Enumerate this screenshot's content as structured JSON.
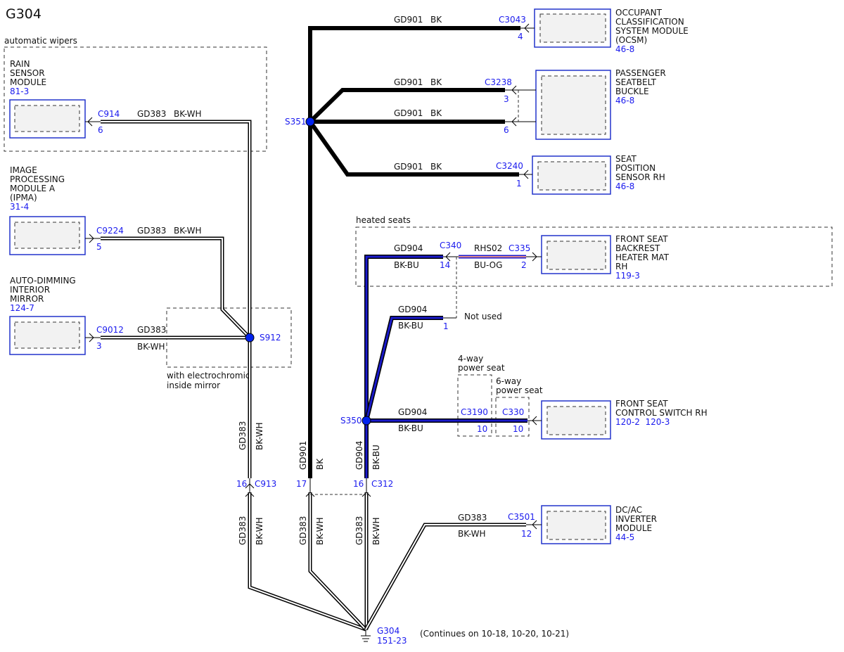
{
  "title": "G304",
  "groups": {
    "automatic_wipers": "automatic wipers",
    "heated_seats": "heated seats",
    "electrochromic_1": "with electrochromic",
    "electrochromic_2": "inside mirror",
    "four_way_1": "4-way",
    "four_way_2": "power seat",
    "six_way_1": "6-way",
    "six_way_2": "power seat"
  },
  "components": {
    "rain_sensor": {
      "lines": [
        "RAIN",
        "SENSOR",
        "MODULE"
      ],
      "ref": "81-3"
    },
    "ipma": {
      "lines": [
        "IMAGE",
        "PROCESSING",
        "MODULE A",
        "(IPMA)"
      ],
      "ref": "31-4"
    },
    "mirror": {
      "lines": [
        "AUTO-DIMMING",
        "INTERIOR",
        "MIRROR"
      ],
      "ref": "124-7"
    },
    "ocsm": {
      "lines": [
        "OCCUPANT",
        "CLASSIFICATION",
        "SYSTEM MODULE",
        "(OCSM)"
      ],
      "ref": "46-8"
    },
    "buckle": {
      "lines": [
        "PASSENGER",
        "SEATBELT",
        "BUCKLE"
      ],
      "ref": "46-8"
    },
    "seat_pos": {
      "lines": [
        "SEAT",
        "POSITION",
        "SENSOR RH"
      ],
      "ref": "46-8"
    },
    "heater_mat": {
      "lines": [
        "FRONT SEAT",
        "BACKREST",
        "HEATER MAT",
        "RH"
      ],
      "ref": "119-3"
    },
    "seat_switch": {
      "lines": [
        "FRONT SEAT",
        "CONTROL SWITCH RH"
      ],
      "ref": "120-2  120-3"
    },
    "inverter": {
      "lines": [
        "DC/AC",
        "INVERTER",
        "MODULE"
      ],
      "ref": "44-5"
    }
  },
  "connectors": {
    "c914": {
      "id": "C914",
      "pin": "6"
    },
    "c9224": {
      "id": "C9224",
      "pin": "5"
    },
    "c9012": {
      "id": "C9012",
      "pin": "3"
    },
    "c3043": {
      "id": "C3043",
      "pin": "4"
    },
    "c3238": {
      "id": "C3238",
      "pin_a": "3",
      "pin_b": "6"
    },
    "c3240": {
      "id": "C3240",
      "pin": "1"
    },
    "c340": {
      "id": "C340",
      "pin": "14",
      "pin2": "1"
    },
    "c335": {
      "id": "C335",
      "pin": "2"
    },
    "c3190": {
      "id": "C3190",
      "pin": "10"
    },
    "c330": {
      "id": "C330",
      "pin": "10"
    },
    "c913": {
      "id": "C913",
      "pin": "16"
    },
    "c312": {
      "id": "C312",
      "pin_a": "17",
      "pin_b": "16"
    },
    "c3501": {
      "id": "C3501",
      "pin": "12"
    }
  },
  "splices": {
    "s351": "S351",
    "s912": "S912",
    "s350": "S350"
  },
  "ground": {
    "id": "G304",
    "ref": "151-23",
    "note": "(Continues on 10-18, 10-20, 10-21)"
  },
  "wires": {
    "gd901": "GD901",
    "bk": "BK",
    "gd383": "GD383",
    "bkwh": "BK-WH",
    "gd904": "GD904",
    "bkbu": "BK-BU",
    "rhs02": "RHS02",
    "buog": "BU-OG"
  },
  "not_used": "Not used",
  "colors": {
    "connector_blue": "#1a1aee",
    "splice": "#0022ee",
    "component_border": "#2233cc"
  }
}
